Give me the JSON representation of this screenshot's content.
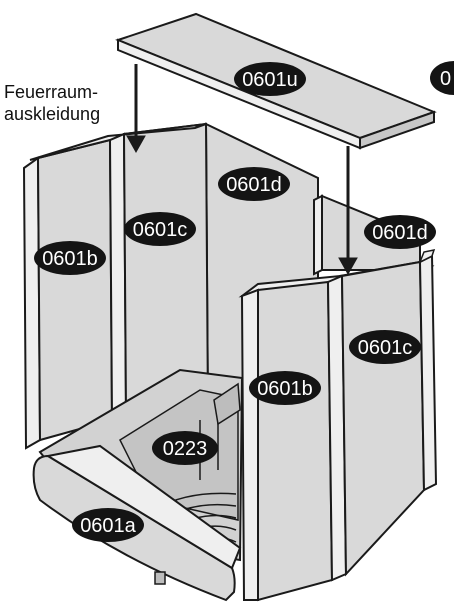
{
  "caption": {
    "line1": "Feuerraum-",
    "line2": "auskleidung"
  },
  "parts": {
    "top": "0601u",
    "top_cut": "0",
    "side_back_left": "0601d",
    "side_back_right": "0601d",
    "left_front": "0601b",
    "left_back": "0601c",
    "right_front": "0601b",
    "right_back": "0601c",
    "grate": "0223",
    "front_lip": "0601a"
  },
  "colors": {
    "panel_fill": "#d9d9d9",
    "panel_edge": "#efefef",
    "outline": "#1a1a1a",
    "badge_fill": "#141414",
    "badge_text": "#ffffff"
  }
}
